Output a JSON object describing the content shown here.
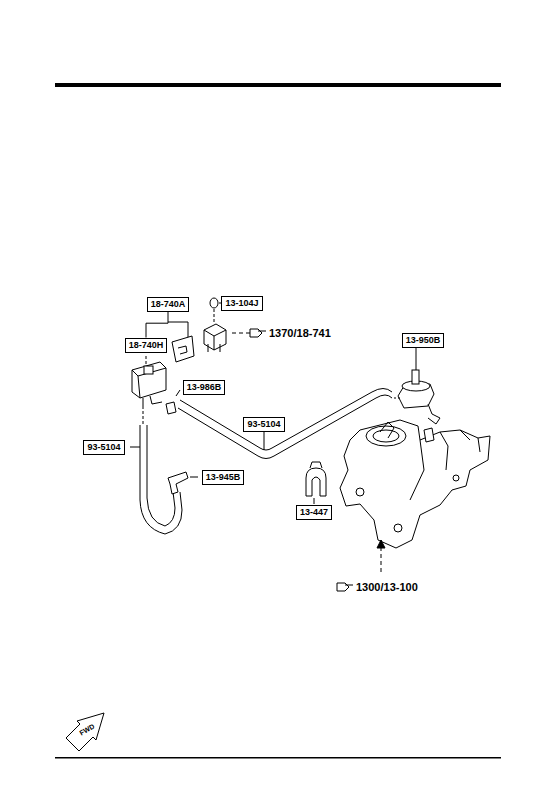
{
  "diagram": {
    "nodes": [
      {
        "text": [
          "18-740A"
        ]
      },
      {
        "text": [
          "13-104J"
        ]
      },
      {
        "text": [
          "13-950B"
        ]
      },
      {
        "text": [
          "18-740H"
        ]
      },
      {
        "text": [
          "13-986B"
        ]
      },
      {
        "text": [
          "93-5104"
        ]
      },
      {
        "text": [
          "93-5104"
        ]
      },
      {
        "text": [
          "13-945B"
        ]
      },
      {
        "text": [
          "13-447"
        ]
      }
    ],
    "edges": [
      {
        "from": 0,
        "to": 3,
        "arrow": "none"
      }
    ],
    "labels": [
      "1370/18-741",
      "1300/13-100",
      "FWD"
    ]
  }
}
